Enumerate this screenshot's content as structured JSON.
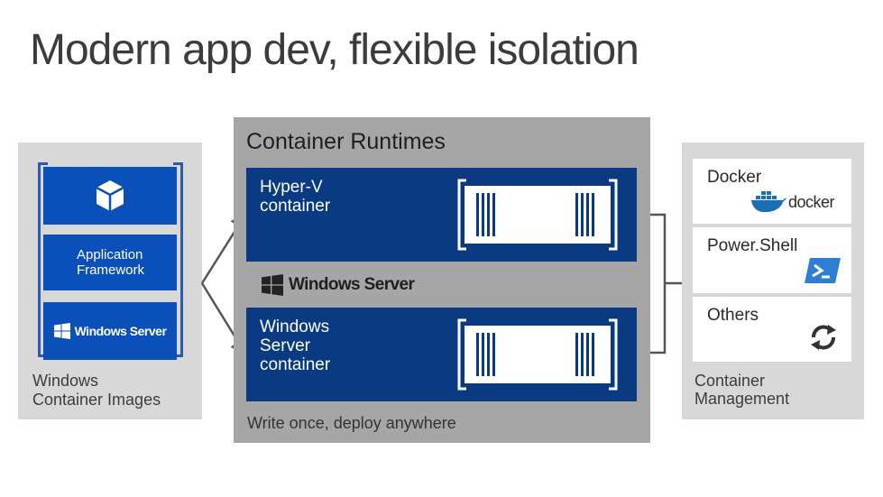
{
  "title": "Modern app dev, flexible isolation",
  "images": {
    "caption": "Windows Container Images",
    "caption_lines": [
      "Windows",
      "Container Images"
    ],
    "layers": [
      {
        "type": "icon",
        "icon": "cube-icon"
      },
      {
        "type": "text",
        "lines": [
          "Application",
          "Framework"
        ]
      },
      {
        "type": "logo",
        "icon": "windows-logo-icon",
        "text": "Windows Server"
      }
    ]
  },
  "runtimes": {
    "title": "Container Runtimes",
    "items": [
      {
        "lines": [
          "Hyper-V",
          "container"
        ]
      },
      {
        "lines": [
          "Windows",
          "Server",
          "container"
        ]
      }
    ],
    "host": {
      "icon": "windows-logo-icon",
      "text": "Windows Server"
    },
    "footer": "Write once, deploy anywhere"
  },
  "management": {
    "caption_lines": [
      "Container",
      "Management"
    ],
    "tools": [
      {
        "label": "Docker",
        "icon": "docker-whale-icon",
        "logo_text": "docker"
      },
      {
        "label": "Power.Shell",
        "icon": "powershell-icon"
      },
      {
        "label": "Others",
        "icon": "refresh-cycle-icon"
      }
    ]
  },
  "colors": {
    "accent_blue": "#0b4fb8",
    "runtime_blue": "#0a3a82",
    "panel_gray": "#d8d8d8",
    "center_gray": "#a6a6a6"
  }
}
